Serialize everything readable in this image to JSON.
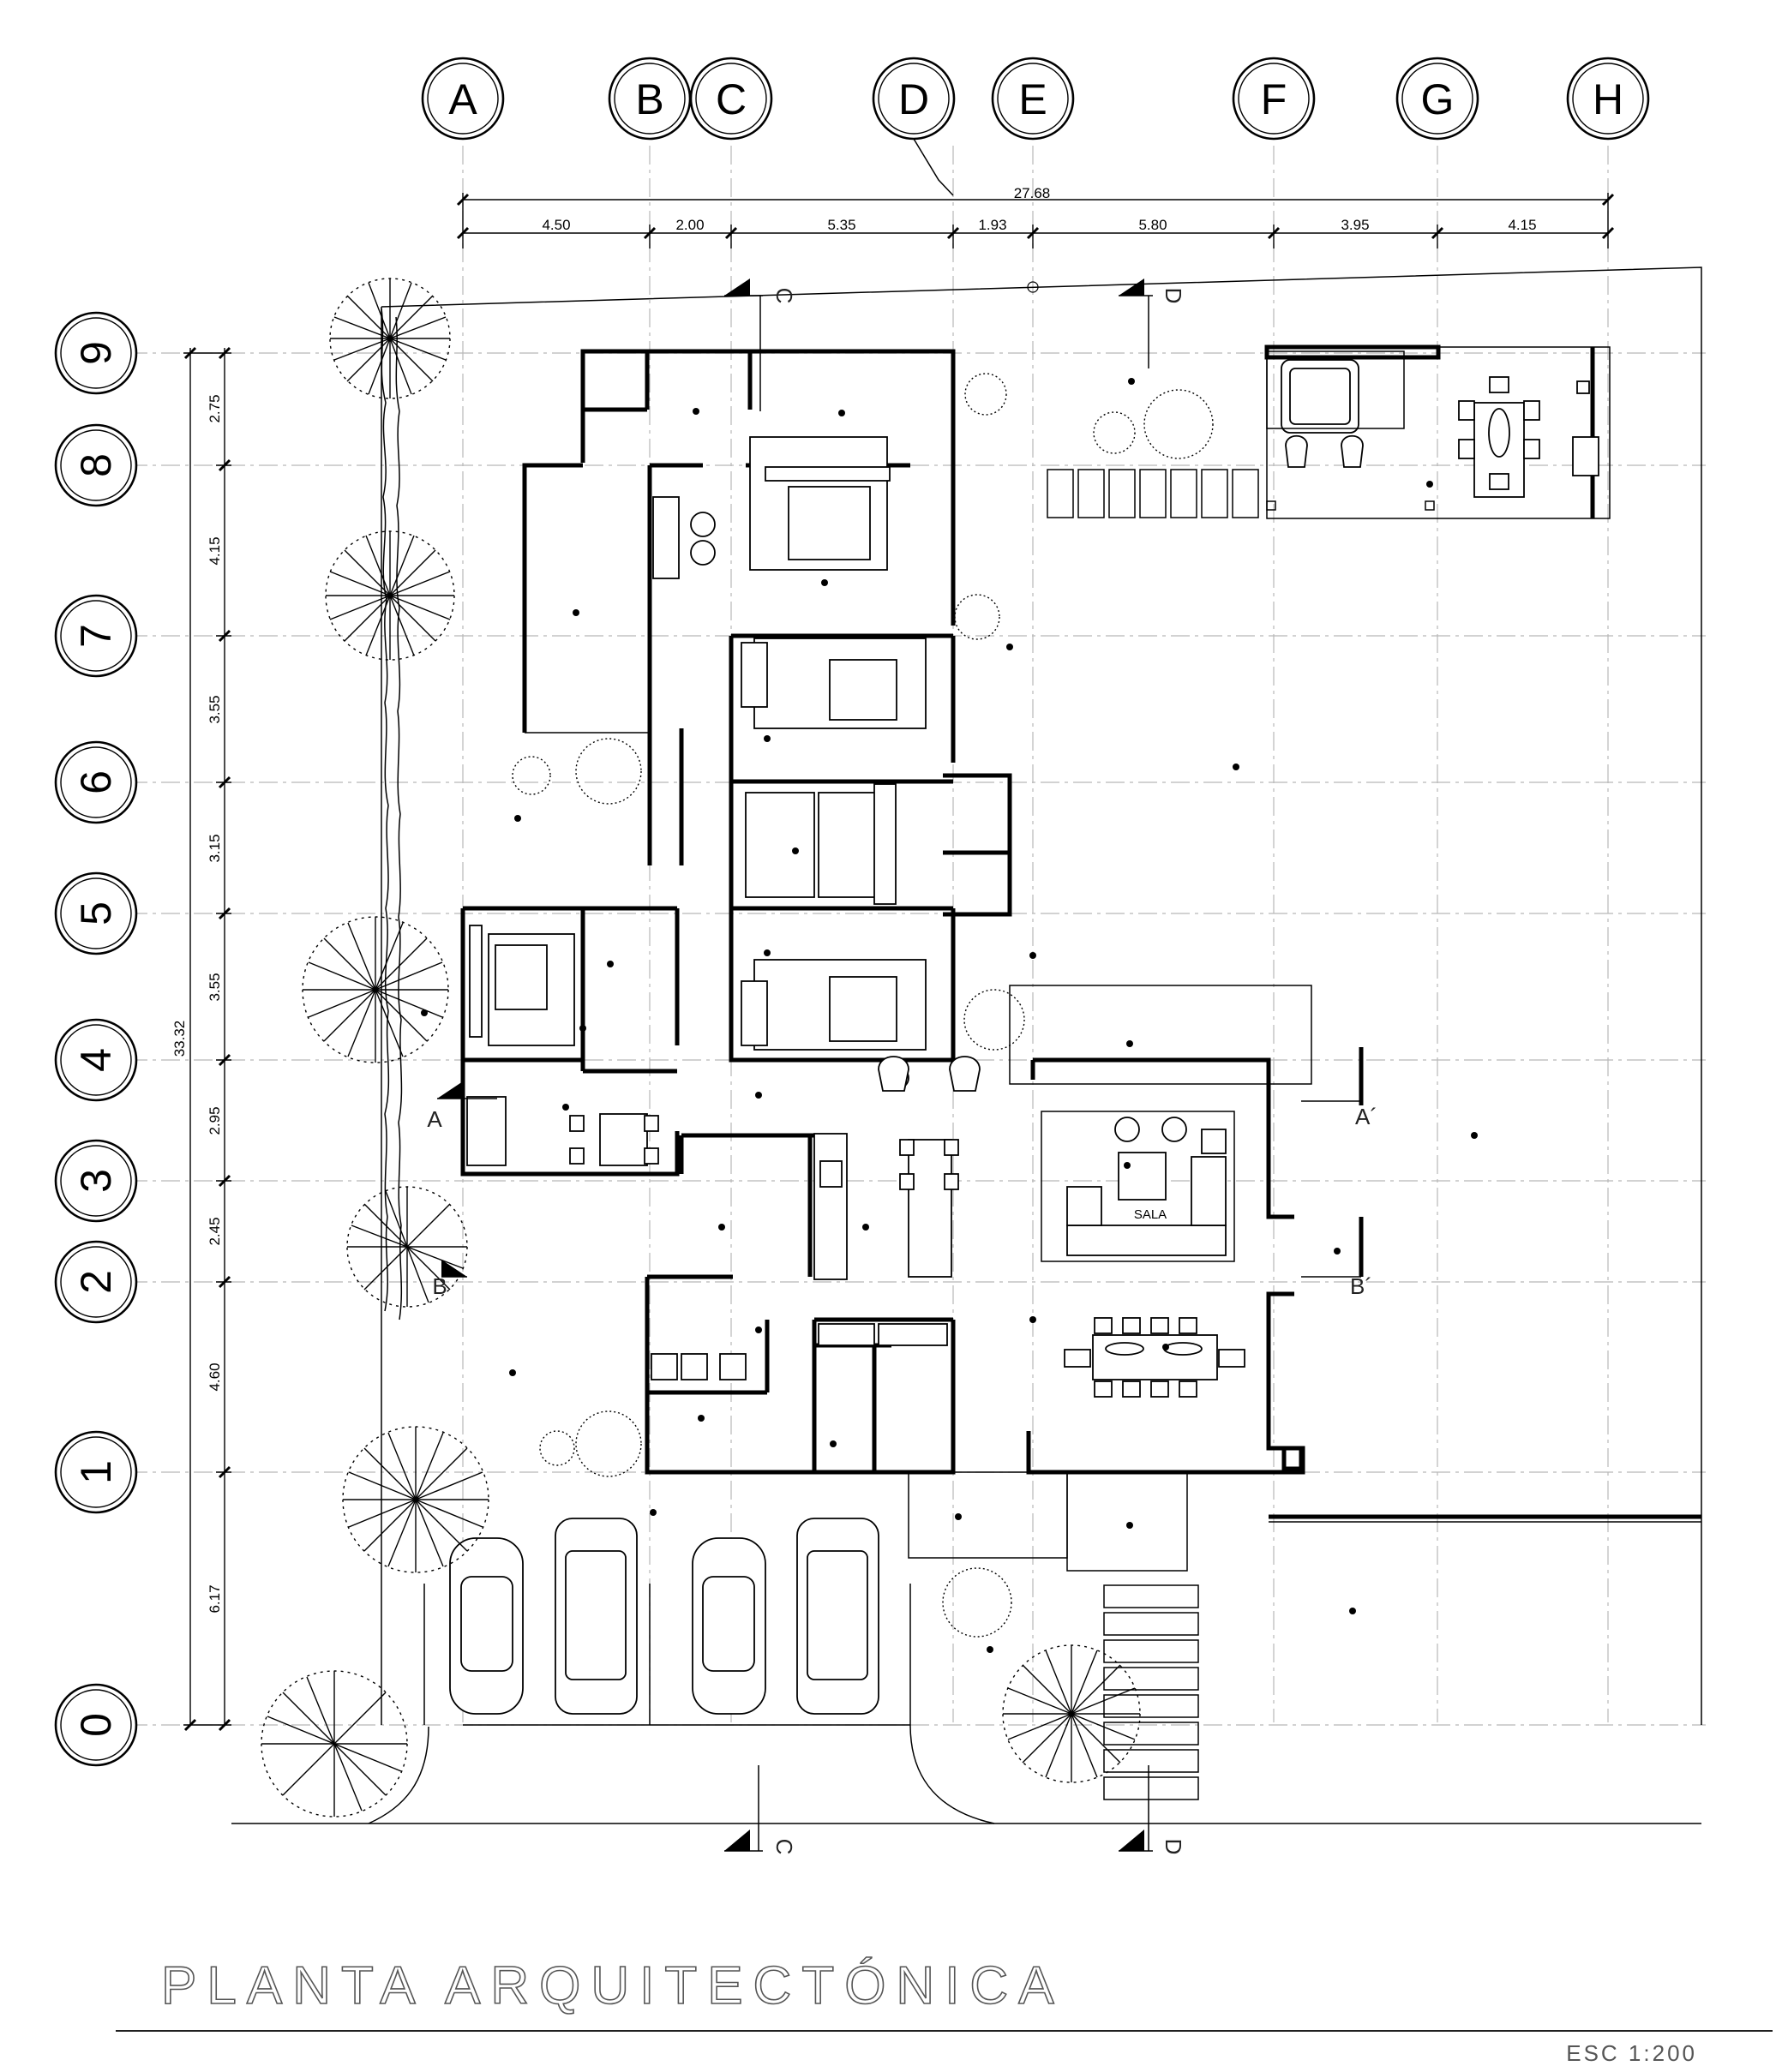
{
  "drawing": {
    "title": "PLANTA ARQUITECTÓNICA",
    "scale": "ESC 1:200",
    "room_label": "SALA"
  },
  "grid_columns": [
    {
      "label": "A"
    },
    {
      "label": "B"
    },
    {
      "label": "C"
    },
    {
      "label": "D"
    },
    {
      "label": "E"
    },
    {
      "label": "F"
    },
    {
      "label": "G"
    },
    {
      "label": "H"
    }
  ],
  "grid_rows": [
    {
      "label": "9"
    },
    {
      "label": "8"
    },
    {
      "label": "7"
    },
    {
      "label": "6"
    },
    {
      "label": "5"
    },
    {
      "label": "4"
    },
    {
      "label": "3"
    },
    {
      "label": "2"
    },
    {
      "label": "1"
    },
    {
      "label": "0"
    }
  ],
  "dimensions": {
    "overall_width": "27.68",
    "column_spacing": [
      "4.50",
      "2.00",
      "5.35",
      "1.93",
      "5.80",
      "3.95",
      "4.15"
    ],
    "overall_depth": "33.32",
    "row_spacing": [
      "2.75",
      "4.15",
      "3.55",
      "3.15",
      "3.55",
      "2.95",
      "2.45",
      "4.60",
      "6.17"
    ]
  },
  "section_cuts": {
    "A_left": "A",
    "A_right": "A´",
    "B_left": "B",
    "B_right": "B´",
    "C_top": "C",
    "C_bottom": "C",
    "D_top": "D",
    "D_bottom": "D"
  }
}
